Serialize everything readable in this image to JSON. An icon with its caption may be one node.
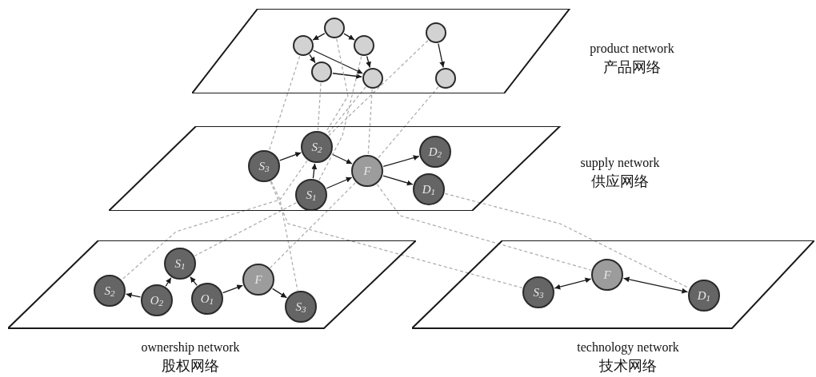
{
  "diagram": {
    "nodes": [
      {
        "text": [
          "product network",
          "产品网络"
        ]
      },
      {
        "text": [],
        "shape": "circle",
        "in": 0
      },
      {
        "text": [],
        "shape": "circle",
        "in": 0
      },
      {
        "text": [],
        "shape": "circle",
        "in": 0
      },
      {
        "text": [],
        "shape": "circle",
        "in": 0
      },
      {
        "text": [],
        "shape": "circle",
        "in": 0
      },
      {
        "text": [],
        "shape": "circle",
        "in": 0
      },
      {
        "text": [],
        "shape": "circle",
        "in": 0
      },
      {
        "text": [
          "supply network",
          "供应网络"
        ]
      },
      {
        "text": [
          "S$_{3}$"
        ],
        "in": 8
      },
      {
        "text": [
          "S$_{2}$"
        ],
        "in": 8
      },
      {
        "text": [
          "S$_{1}$"
        ],
        "in": 8
      },
      {
        "text": [
          "F"
        ],
        "in": 8
      },
      {
        "text": [
          "D$_{2}$"
        ],
        "in": 8
      },
      {
        "text": [
          "D$_{1}$"
        ],
        "in": 8
      },
      {
        "text": [
          "ownership network",
          "股权网络"
        ]
      },
      {
        "text": [
          "S$_{2}$"
        ],
        "in": 15
      },
      {
        "text": [
          "S$_{1}$"
        ],
        "in": 15
      },
      {
        "text": [
          "O$_{2}$"
        ],
        "in": 15
      },
      {
        "text": [
          "O$_{1}$"
        ],
        "in": 15
      },
      {
        "text": [
          "F"
        ],
        "in": 15
      },
      {
        "text": [
          "S$_{3}$"
        ],
        "in": 15
      },
      {
        "text": [
          "technology network",
          "技术网络"
        ]
      },
      {
        "text": [
          "S$_{3}$"
        ],
        "in": 22
      },
      {
        "text": [
          "F"
        ],
        "in": 22
      },
      {
        "text": [
          "D$_{1}$"
        ],
        "in": 22
      }
    ],
    "edges": [
      {
        "from": 1,
        "to": 2,
        "arrow": "to"
      },
      {
        "from": 1,
        "to": 3,
        "arrow": "to"
      },
      {
        "from": 2,
        "to": 4,
        "arrow": "to"
      },
      {
        "from": 2,
        "to": 5,
        "arrow": "to"
      },
      {
        "from": 4,
        "to": 5,
        "arrow": "to"
      },
      {
        "from": 3,
        "to": 5,
        "arrow": "to"
      },
      {
        "from": 6,
        "to": 7,
        "arrow": "to"
      },
      {
        "from": 9,
        "to": 10,
        "arrow": "to"
      },
      {
        "from": 11,
        "to": 10,
        "arrow": "to"
      },
      {
        "from": 10,
        "to": 12,
        "arrow": "to"
      },
      {
        "from": 11,
        "to": 12,
        "arrow": "to"
      },
      {
        "from": 12,
        "to": 13,
        "arrow": "to"
      },
      {
        "from": 12,
        "to": 14,
        "arrow": "to"
      },
      {
        "from": 18,
        "to": 16,
        "arrow": "to"
      },
      {
        "from": 18,
        "to": 17,
        "arrow": "to"
      },
      {
        "from": 19,
        "to": 17,
        "arrow": "to"
      },
      {
        "from": 19,
        "to": 20,
        "arrow": "to"
      },
      {
        "from": 20,
        "to": 21,
        "arrow": "to"
      },
      {
        "from": 23,
        "to": 24,
        "arrow": "both"
      },
      {
        "from": 24,
        "to": 25,
        "arrow": "both"
      },
      {
        "from": 2,
        "to": 9,
        "arrow": "none",
        "style": "dashed",
        "color": "#aaaaaa"
      },
      {
        "from": 4,
        "to": 10,
        "arrow": "none",
        "style": "dashed",
        "color": "#aaaaaa"
      },
      {
        "from": 1,
        "to": 10,
        "arrow": "none",
        "style": "dashed",
        "color": "#aaaaaa"
      },
      {
        "from": 3,
        "to": 11,
        "arrow": "none",
        "style": "dashed",
        "color": "#aaaaaa"
      },
      {
        "from": 5,
        "to": 10,
        "arrow": "none",
        "style": "dashed",
        "color": "#aaaaaa"
      },
      {
        "from": 5,
        "to": 12,
        "arrow": "none",
        "style": "dashed",
        "color": "#aaaaaa"
      },
      {
        "from": 6,
        "to": 10,
        "arrow": "none",
        "style": "dashed",
        "color": "#aaaaaa"
      },
      {
        "from": 7,
        "to": 12,
        "arrow": "none",
        "style": "dashed",
        "color": "#aaaaaa"
      },
      {
        "from": 10,
        "to": 16,
        "arrow": "none",
        "style": "dashed",
        "color": "#aaaaaa"
      },
      {
        "from": 11,
        "to": 17,
        "arrow": "none",
        "style": "dashed",
        "color": "#aaaaaa"
      },
      {
        "from": 12,
        "to": 20,
        "arrow": "none",
        "style": "dashed",
        "color": "#aaaaaa"
      },
      {
        "from": 9,
        "to": 21,
        "arrow": "none",
        "style": "dashed",
        "color": "#aaaaaa"
      },
      {
        "from": 9,
        "to": 23,
        "arrow": "none",
        "style": "dashed",
        "color": "#aaaaaa"
      },
      {
        "from": 12,
        "to": 24,
        "arrow": "none",
        "style": "dashed",
        "color": "#aaaaaa"
      },
      {
        "from": 14,
        "to": 25,
        "arrow": "none",
        "style": "dashed",
        "color": "#aaaaaa"
      }
    ]
  }
}
